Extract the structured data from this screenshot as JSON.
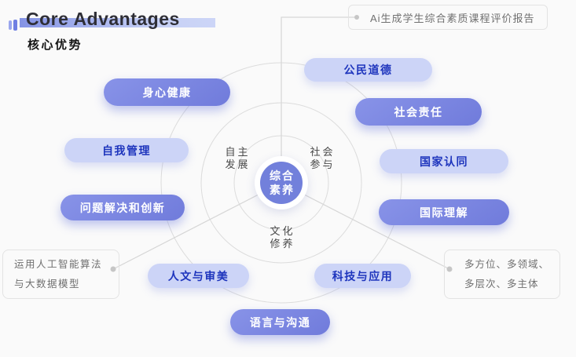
{
  "header": {
    "title": "Core Advantages",
    "subtitle": "核心优势"
  },
  "center": {
    "line1": "综合",
    "line2": "素养"
  },
  "sectors": [
    {
      "id": "self-development",
      "line1": "自主",
      "line2": "发展"
    },
    {
      "id": "social-participation",
      "line1": "社会",
      "line2": "参与"
    },
    {
      "id": "cultural-cultivation",
      "line1": "文化",
      "line2": "修养"
    }
  ],
  "pills": [
    {
      "id": "physical-mental-health",
      "label": "身心健康",
      "variant": "solid"
    },
    {
      "id": "civic-morality",
      "label": "公民道德",
      "variant": "light"
    },
    {
      "id": "social-responsibility",
      "label": "社会责任",
      "variant": "solid"
    },
    {
      "id": "self-management",
      "label": "自我管理",
      "variant": "light"
    },
    {
      "id": "national-identity",
      "label": "国家认同",
      "variant": "light"
    },
    {
      "id": "problem-solving-innovation",
      "label": "问题解决和创新",
      "variant": "solid"
    },
    {
      "id": "international-understanding",
      "label": "国际理解",
      "variant": "solid"
    },
    {
      "id": "humanities-aesthetics",
      "label": "人文与审美",
      "variant": "light"
    },
    {
      "id": "technology-application",
      "label": "科技与应用",
      "variant": "light"
    },
    {
      "id": "language-communication",
      "label": "语言与沟通",
      "variant": "solid"
    }
  ],
  "callouts": {
    "report": {
      "text": "Ai生成学生综合素质课程评价报告"
    },
    "algorithm": {
      "line1": "运用人工智能算法",
      "line2": "与大数据模型"
    },
    "dimensions": {
      "line1": "多方位、多领域、",
      "line2": "多层次、多主体"
    }
  },
  "colors": {
    "solid_pill": "#7983e0",
    "light_pill": "#ccd4f7",
    "pill_text_blue": "#1e35bd",
    "center_circle": "#7280db",
    "line_gray": "#d6d6d6",
    "ring_gray": "#dcdcdc",
    "accent": "#6f7fe2"
  }
}
